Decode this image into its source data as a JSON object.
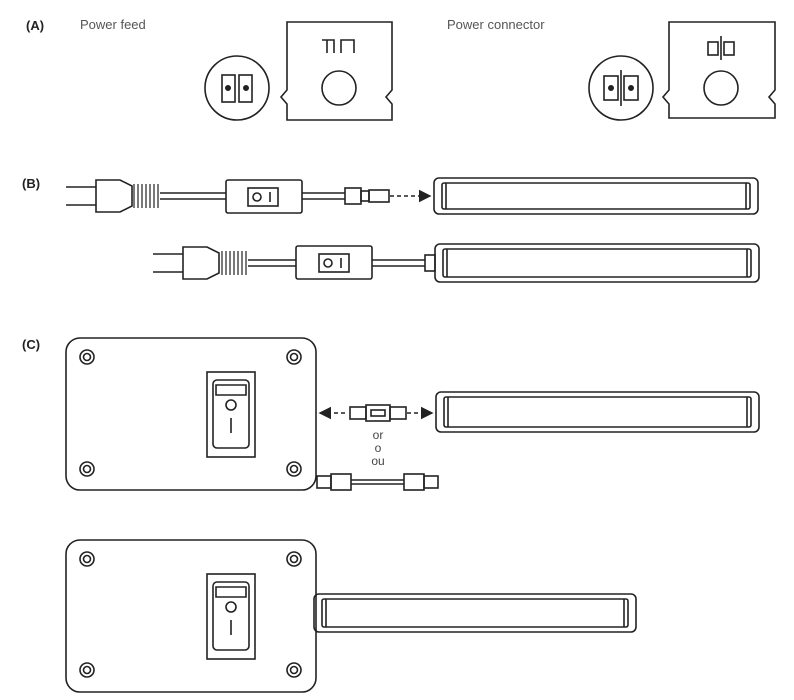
{
  "section_a": {
    "label": "(A)",
    "power_feed_caption": "Power feed",
    "power_connector_caption": "Power connector"
  },
  "section_b": {
    "label": "(B)"
  },
  "section_c": {
    "label": "(C)",
    "alt_words": [
      "or",
      "o",
      "ou"
    ]
  },
  "colors": {
    "stroke": "#222222",
    "fill": "#ffffff"
  },
  "icons": [
    "plug-icon",
    "rocker-switch-icon",
    "connector-icon",
    "light-bar-icon",
    "power-box-icon"
  ]
}
